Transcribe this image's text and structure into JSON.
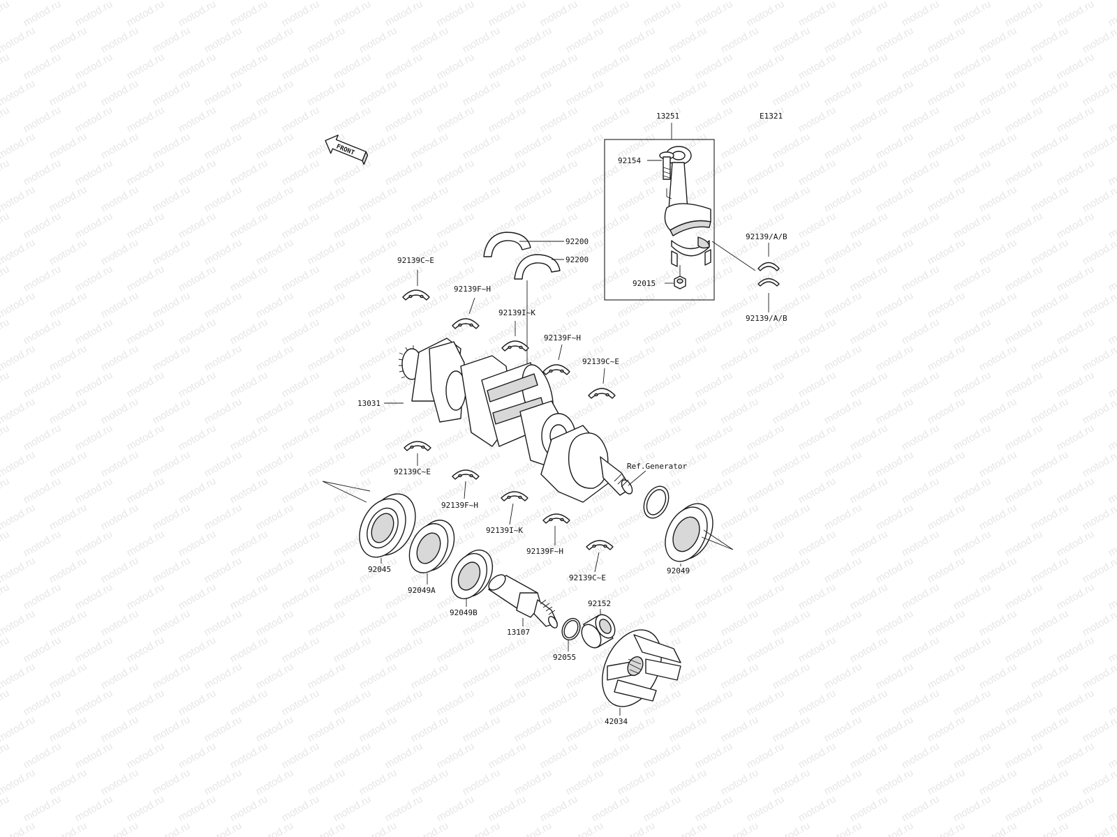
{
  "watermark": "motod.ru",
  "diagram_code": "E1321",
  "front_label": "FRONT",
  "ref_generator": "Ref.Generator",
  "parts": {
    "conrod_assembly": "13251",
    "conrod_bolt": "92154",
    "conrod_nut": "92015",
    "conrod_bearing_upper": "92139/A/B",
    "conrod_bearing_lower": "92139/A/B",
    "thrust_washer_1": "92200",
    "thrust_washer_2": "92200",
    "bearing_upper_ce_1": "92139C~E",
    "bearing_upper_fh_1": "92139F~H",
    "bearing_upper_ik": "92139I~K",
    "bearing_upper_fh_2": "92139F~H",
    "bearing_upper_ce_2": "92139C~E",
    "crankshaft": "13031",
    "bearing_lower_ce_1": "92139C~E",
    "bearing_lower_fh_1": "92139F~H",
    "bearing_lower_ik": "92139I~K",
    "bearing_lower_fh_2": "92139F~H",
    "bearing_lower_ce_2": "92139C~E",
    "ball_bearing": "92045",
    "oil_seal_a": "92049A",
    "oil_seal_b": "92049B",
    "oil_seal": "92049",
    "shaft": "13107",
    "o_ring": "92055",
    "collar": "92152",
    "coupling": "42034"
  }
}
